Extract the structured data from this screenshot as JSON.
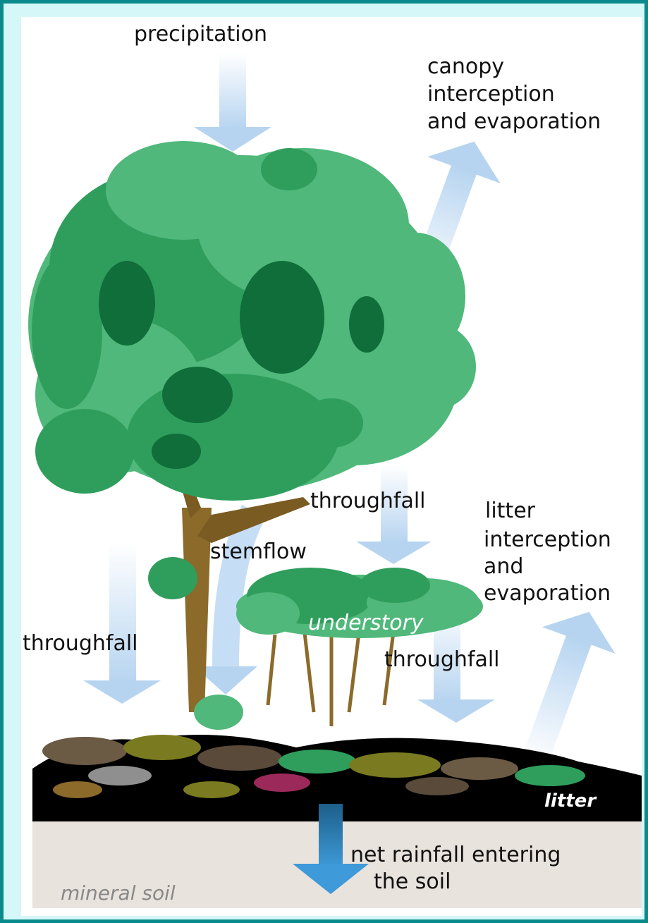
{
  "labels": {
    "precipitation": "precipitation",
    "canopy_1": "canopy",
    "canopy_2": "interception",
    "canopy_3": "and evaporation",
    "throughfall_upper": "throughfall",
    "stemflow": "stemflow",
    "litter_1": "litter",
    "litter_2": "interception",
    "litter_3": "and",
    "litter_4": "evaporation",
    "throughfall_left": "throughfall",
    "understory": "understory",
    "throughfall_lower": "throughfall",
    "litter_layer": "litter",
    "net_1": "net rainfall entering",
    "net_2": "the soil",
    "mineral_soil": "mineral soil"
  },
  "colors": {
    "frame": "#0a8a8a",
    "background": "#d6f7f7",
    "foliage_light": "#4fb87a",
    "foliage_mid": "#2f9e5c",
    "foliage_dark": "#0f6e3a",
    "trunk": "#8b6a2a",
    "arrow_pale": "#c6def5",
    "arrow_dark": "#3f8ed0",
    "soil": "#e8e2dc",
    "litter_base": "#000000"
  }
}
